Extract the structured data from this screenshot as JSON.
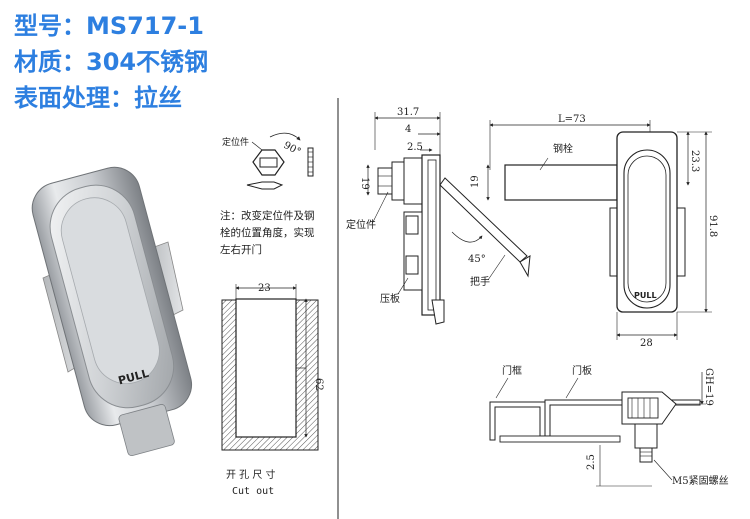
{
  "specs": {
    "model": "型号：MS717-1",
    "material": "材质：304不锈钢",
    "finish": "表面处理：拉丝"
  },
  "photo": {
    "pull_text": "PULL"
  },
  "positioner_detail": {
    "label": "定位件",
    "angle": "90°",
    "note_line1": "注：改变定位件及钢",
    "note_line2": "栓的位置角度，实现",
    "note_line3": "左右开门"
  },
  "cutout": {
    "width": "23",
    "height": "62",
    "label_cn": "开 孔 尺 寸",
    "label_en": "Cut  out"
  },
  "side_view": {
    "dim_total": "31.7",
    "dim_4": "4",
    "dim_2_5": "2.5",
    "dim_19": "19",
    "positioner": "定位件",
    "angle_45": "45°",
    "pressure_plate": "压板",
    "handle": "把手"
  },
  "front_view": {
    "length": "L=73",
    "bolt": "钢栓",
    "dim_23_3": "23.3",
    "dim_91_8": "91.8",
    "dim_28": "28",
    "pull_text": "PULL"
  },
  "install_view": {
    "door_frame": "门框",
    "door_panel": "门板",
    "gh": "GH=19",
    "dim_2_5": "2.5",
    "screw": "M5紧固螺丝"
  },
  "colors": {
    "spec_text": "#2d7fe0",
    "line": "#222222",
    "hatch": "#555555",
    "metal_light": "#eceef0",
    "metal_dark": "#8a8e92"
  }
}
